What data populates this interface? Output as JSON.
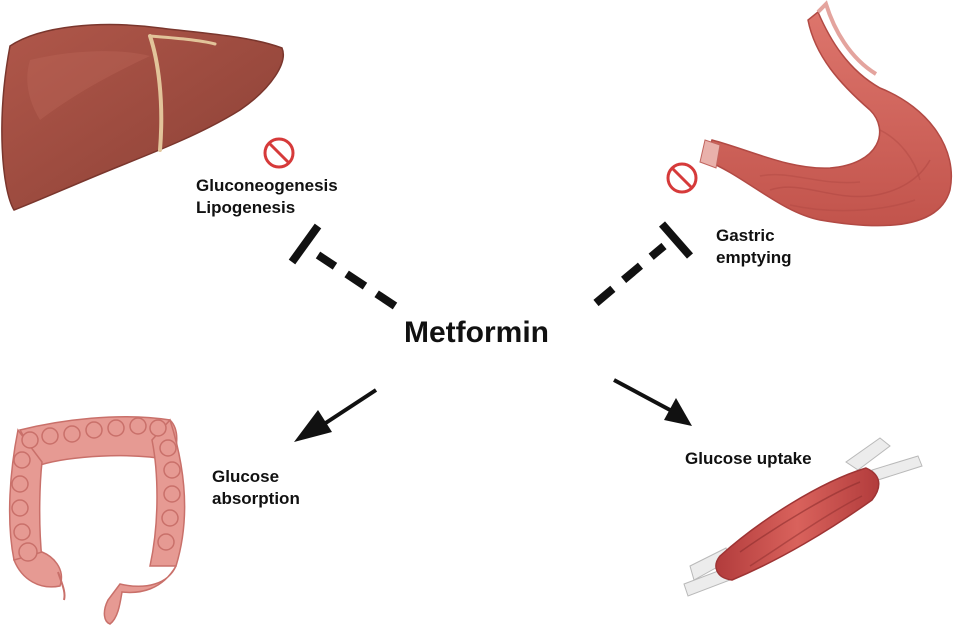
{
  "center": {
    "label": "Metformin"
  },
  "liver": {
    "name": "liver",
    "effect": "inhibits",
    "targets": [
      "Gluconeogenesis",
      "Lipogenesis"
    ]
  },
  "stomach": {
    "name": "stomach",
    "effect": "inhibits",
    "targets": [
      "Gastric",
      "emptying"
    ]
  },
  "intestine": {
    "name": "intestine",
    "effect": "promotes",
    "targets": [
      "Glucose",
      "absorption"
    ]
  },
  "muscle": {
    "name": "muscle",
    "effect": "promotes",
    "targets": [
      "Glucose uptake"
    ]
  },
  "colors": {
    "text": "#111111",
    "inhibit_icon": "#d63a3a",
    "liver": "#9a4a3f",
    "stomach": "#d2645c",
    "intestine": "#e69a93",
    "muscle": "#c94a4a",
    "tendon": "#ececec"
  }
}
